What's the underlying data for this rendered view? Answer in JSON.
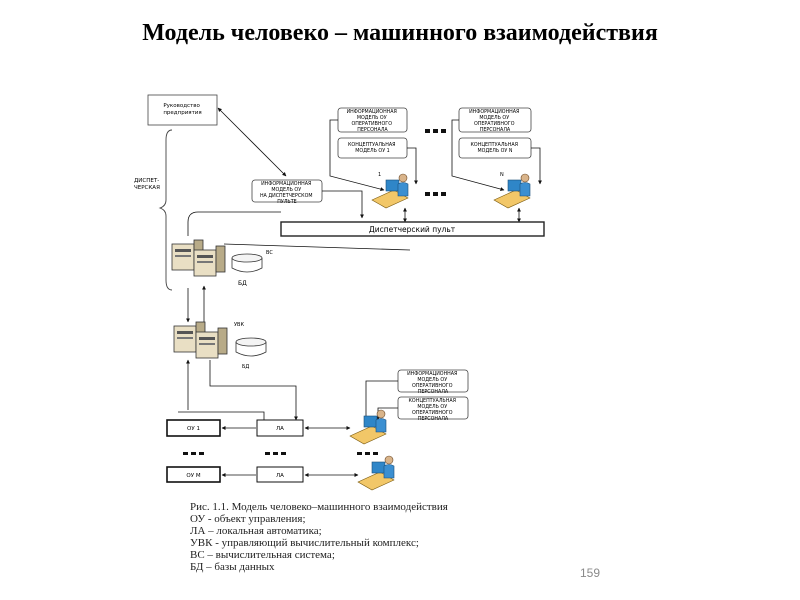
{
  "slide": {
    "title": "Модель человеко – машинного взаимодействия",
    "page_number": "159"
  },
  "diagram": {
    "management": "Руководство предприятия",
    "dispatch_side": "ДИСПЕТ-ЧЕРСКАЯ",
    "info_model_1": "ИНФОРМАЦИОННАЯ МОДЕЛЬ ОУ ОПЕРАТИВНОГО ПЕРСОНАЛА",
    "concept_model_1": "КОНЦЕПТУАЛЬНАЯ МОДЕЛЬ ОУ 1",
    "info_model_n": "ИНФОРМАЦИОННАЯ МОДЕЛЬ ОУ ОПЕРАТИВНОГО ПЕРСОНАЛА",
    "concept_model_n": "КОНЦЕПТУАЛЬНАЯ МОДЕЛЬ ОУ N",
    "info_model_panel": "ИНФОРМАЦИОННАЯ МОДЕЛЬ ОУ НА ДИСПЕТЧЕРСКОМ ПУЛЬТЕ",
    "operator_1_index": "1",
    "operator_n_index": "N",
    "dispatcher_panel": "Диспетчерский пульт",
    "vs": "ВС",
    "db1": "БД",
    "uvk": "УВК",
    "db2": "БД",
    "info_model_local": "ИНФОРМАЦИОННАЯ МОДЕЛЬ ОУ ОПЕРАТИВНОГО ПЕРСОНАЛА",
    "concept_model_local": "КОНЦЕПТУАЛЬНАЯ МОДЕЛЬ ОУ ОПЕРАТИВНОГО ПЕРСОНАЛА",
    "ou1": "ОУ 1",
    "la1": "ЛА",
    "oum": "ОУ М",
    "la2": "ЛА"
  },
  "caption": {
    "line1": "Рис. 1.1. Модель человеко–машинного взаимодействия",
    "line2": "ОУ  - объект управления;",
    "line3": "ЛА – локальная автоматика;",
    "line4": "УВК - управляющий вычислительный комплекс;",
    "line5": "ВС – вычислительная система;",
    "line6": "БД – базы данных"
  }
}
